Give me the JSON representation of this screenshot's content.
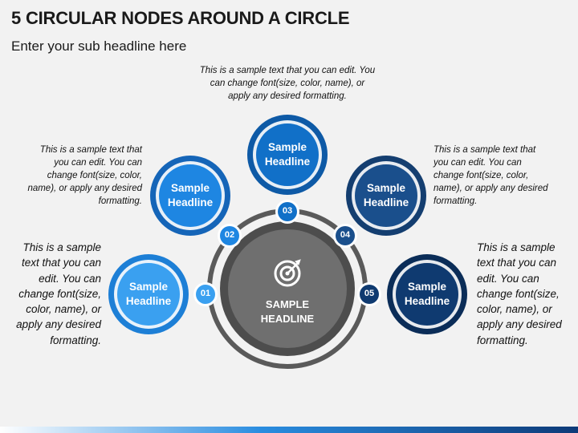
{
  "title": "5 CIRCULAR NODES AROUND A CIRCLE",
  "subtitle": "Enter your sub headline here",
  "center": {
    "line1": "SAMPLE",
    "line2": "HEADLINE",
    "icon": "target-icon",
    "color": "#6f6f6f"
  },
  "nodes": [
    {
      "number": "01",
      "line1": "Sample",
      "line2": "Headline",
      "color": "#3aa0f0",
      "text": [
        "This is a sample",
        "text that you can",
        "edit. You can",
        "change font(size,",
        "color, name), or",
        "apply any desired",
        "formatting."
      ]
    },
    {
      "number": "02",
      "line1": "Sample",
      "line2": "Headline",
      "color": "#1e86e2",
      "text": [
        "This is a sample text that",
        "you can edit. You can",
        "change font(size, color,",
        "name), or apply any desired",
        "formatting."
      ]
    },
    {
      "number": "03",
      "line1": "Sample",
      "line2": "Headline",
      "color": "#1170c8",
      "text": [
        "This is a sample text that you can edit. You",
        "can change font(size, color, name), or",
        "apply any desired formatting."
      ]
    },
    {
      "number": "04",
      "line1": "Sample",
      "line2": "Headline",
      "color": "#1a4f8c",
      "text": [
        "This is a sample text that",
        "you can edit. You can",
        "change font(size, color,",
        "name), or apply any desired",
        "formatting."
      ]
    },
    {
      "number": "05",
      "line1": "Sample",
      "line2": "Headline",
      "color": "#0f3a70",
      "text": [
        "This is a sample",
        "text that you can",
        "edit. You can",
        "change font(size,",
        "color, name), or",
        "apply any desired",
        "formatting."
      ]
    }
  ]
}
